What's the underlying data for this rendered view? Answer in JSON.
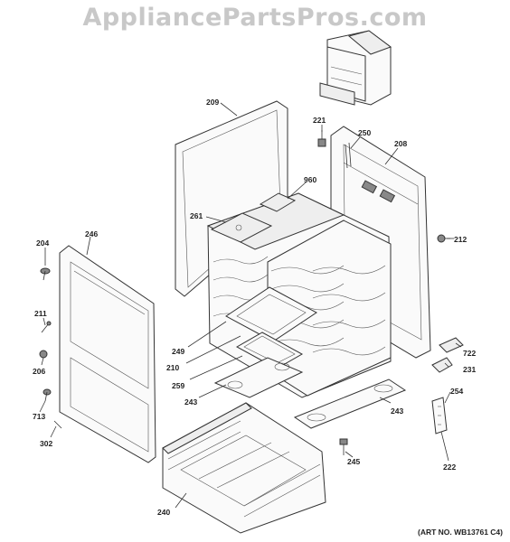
{
  "watermark": "AppliancePartsPros.com",
  "art_number": "(ART NO. WB13761 C4)",
  "callouts": {
    "c209": "209",
    "c221": "221",
    "c250": "250",
    "c208": "208",
    "c960": "960",
    "c261": "261",
    "c212": "212",
    "c204": "204",
    "c246": "246",
    "c211": "211",
    "c206": "206",
    "c713": "713",
    "c302": "302",
    "c249": "249",
    "c210": "210",
    "c259": "259",
    "c243a": "243",
    "c243b": "243",
    "c722": "722",
    "c231": "231",
    "c254": "254",
    "c245": "245",
    "c222": "222",
    "c240": "240"
  }
}
